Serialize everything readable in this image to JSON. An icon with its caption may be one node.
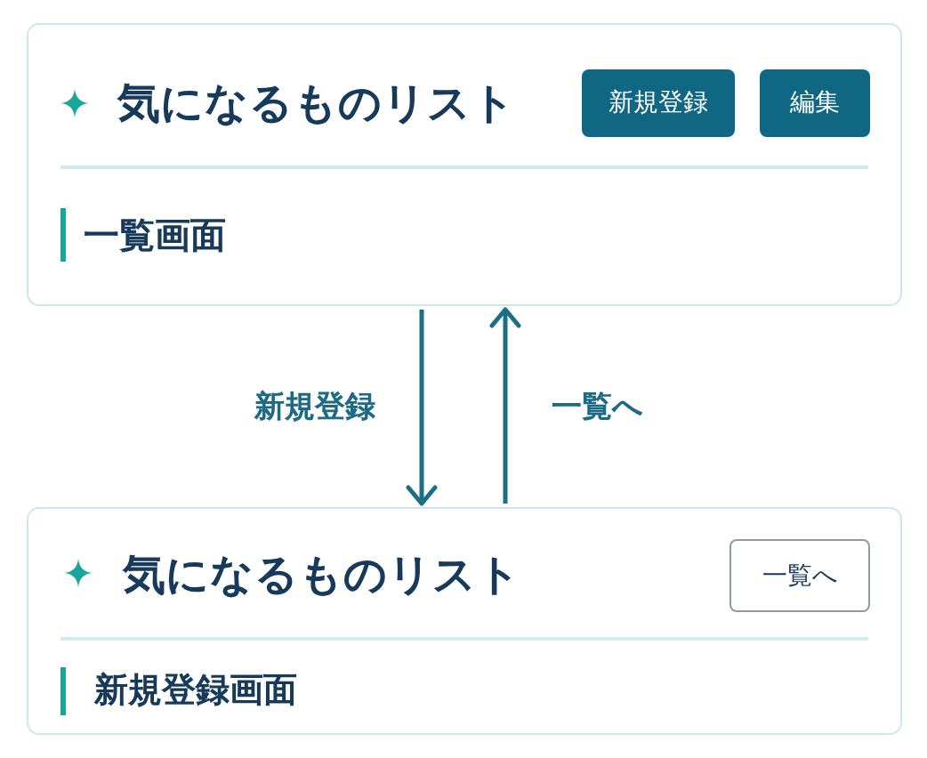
{
  "diagram": {
    "nodes": [
      {
        "text": [
          "気になるものリスト",
          "一覧画面"
        ]
      },
      {
        "text": [
          "新規登録"
        ],
        "in": 0
      },
      {
        "text": [
          "編集"
        ],
        "in": 0
      },
      {
        "text": [
          "気になるものリスト",
          "新規登録画面"
        ]
      },
      {
        "text": [
          "一覧へ"
        ],
        "in": 3
      }
    ],
    "edges": [
      {
        "from": 0,
        "to": 3,
        "arrow": "to",
        "label": "新規登録"
      },
      {
        "from": 3,
        "to": 0,
        "arrow": "to",
        "label": "一覧へ"
      }
    ]
  }
}
